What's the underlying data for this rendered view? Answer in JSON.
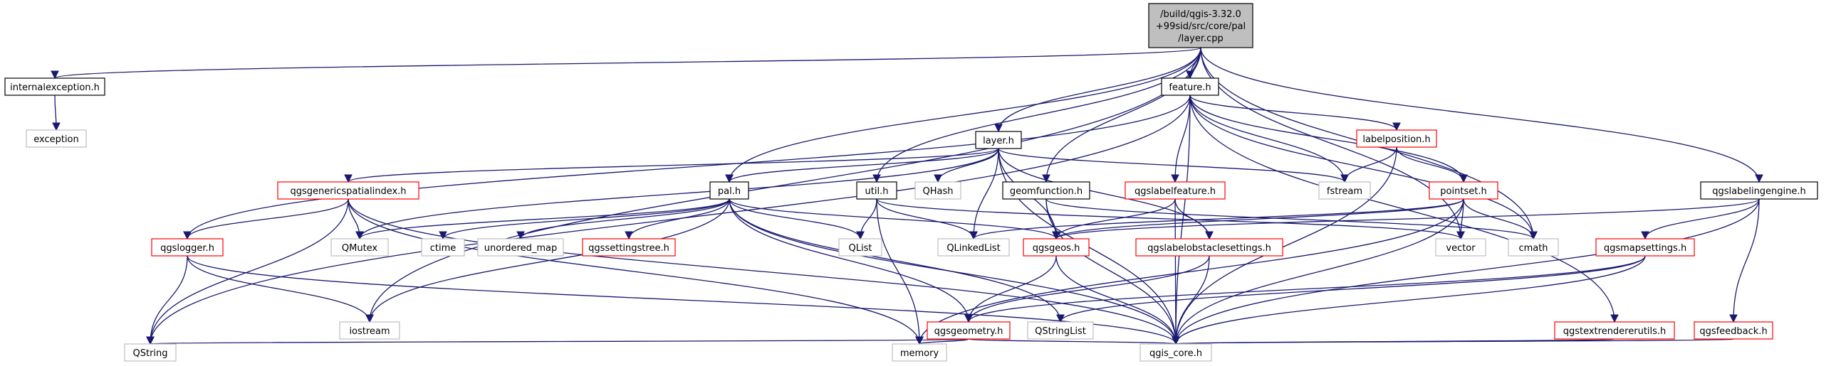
{
  "colors": {
    "edge": "#191970",
    "root_fill": "#bfbfbf",
    "normal_border": "#000000",
    "red_border": "#ff0000",
    "gray_border": "#bfbfbf"
  },
  "nodes": [
    {
      "id": "root",
      "lines": [
        "/build/qgis-3.32.0",
        "+99sid/src/core/pal",
        "/layer.cpp"
      ],
      "style": "root"
    },
    {
      "id": "internalexception",
      "lines": [
        "internalexception.h"
      ],
      "style": "normal"
    },
    {
      "id": "exception",
      "lines": [
        "exception"
      ],
      "style": "gray"
    },
    {
      "id": "feature",
      "lines": [
        "feature.h"
      ],
      "style": "normal"
    },
    {
      "id": "qgslabelingengine",
      "lines": [
        "qgslabelingengine.h"
      ],
      "style": "normal"
    },
    {
      "id": "layer",
      "lines": [
        "layer.h"
      ],
      "style": "normal"
    },
    {
      "id": "labelposition",
      "lines": [
        "labelposition.h"
      ],
      "style": "red"
    },
    {
      "id": "qgsgenericspatialindex",
      "lines": [
        "qgsgenericspatialindex.h"
      ],
      "style": "red"
    },
    {
      "id": "pal",
      "lines": [
        "pal.h"
      ],
      "style": "normal"
    },
    {
      "id": "util",
      "lines": [
        "util.h"
      ],
      "style": "normal"
    },
    {
      "id": "qhash",
      "lines": [
        "QHash"
      ],
      "style": "gray"
    },
    {
      "id": "qgslabelfeature",
      "lines": [
        "qgslabelfeature.h"
      ],
      "style": "red"
    },
    {
      "id": "geomfunction",
      "lines": [
        "geomfunction.h"
      ],
      "style": "normal"
    },
    {
      "id": "fstream",
      "lines": [
        "fstream"
      ],
      "style": "gray"
    },
    {
      "id": "pointset",
      "lines": [
        "pointset.h"
      ],
      "style": "red"
    },
    {
      "id": "qgslogger",
      "lines": [
        "qgslogger.h"
      ],
      "style": "red"
    },
    {
      "id": "qmutex",
      "lines": [
        "QMutex"
      ],
      "style": "gray"
    },
    {
      "id": "ctime",
      "lines": [
        "ctime"
      ],
      "style": "gray"
    },
    {
      "id": "unordered_map",
      "lines": [
        "unordered_map"
      ],
      "style": "gray"
    },
    {
      "id": "qgssettingstree",
      "lines": [
        "qgssettingstree.h"
      ],
      "style": "red"
    },
    {
      "id": "qlist",
      "lines": [
        "QList"
      ],
      "style": "gray"
    },
    {
      "id": "qlinkedlist",
      "lines": [
        "QLinkedList"
      ],
      "style": "gray"
    },
    {
      "id": "qgsgeos",
      "lines": [
        "qgsgeos.h"
      ],
      "style": "red"
    },
    {
      "id": "qgslabelobstaclesettings",
      "lines": [
        "qgslabelobstaclesettings.h"
      ],
      "style": "red"
    },
    {
      "id": "vector",
      "lines": [
        "vector"
      ],
      "style": "gray"
    },
    {
      "id": "cmath",
      "lines": [
        "cmath"
      ],
      "style": "gray"
    },
    {
      "id": "qgsmapsettings",
      "lines": [
        "qgsmapsettings.h"
      ],
      "style": "red"
    },
    {
      "id": "iostream",
      "lines": [
        "iostream"
      ],
      "style": "gray"
    },
    {
      "id": "qgsgeometry",
      "lines": [
        "qgsgeometry.h"
      ],
      "style": "red"
    },
    {
      "id": "qstringlist",
      "lines": [
        "QStringList"
      ],
      "style": "gray"
    },
    {
      "id": "qgstextrendererutils",
      "lines": [
        "qgstextrendererutils.h"
      ],
      "style": "red"
    },
    {
      "id": "qgsfeedback",
      "lines": [
        "qgsfeedback.h"
      ],
      "style": "red"
    },
    {
      "id": "qstring",
      "lines": [
        "QString"
      ],
      "style": "gray"
    },
    {
      "id": "memory",
      "lines": [
        "memory"
      ],
      "style": "gray"
    },
    {
      "id": "qgis_core",
      "lines": [
        "qgis_core.h"
      ],
      "style": "gray"
    }
  ],
  "edges": [
    [
      "root",
      "internalexception"
    ],
    [
      "root",
      "feature"
    ],
    [
      "root",
      "qgslabelingengine"
    ],
    [
      "root",
      "layer"
    ],
    [
      "root",
      "pal"
    ],
    [
      "root",
      "util"
    ],
    [
      "root",
      "geomfunction"
    ],
    [
      "root",
      "iostream"
    ],
    [
      "root",
      "vector"
    ],
    [
      "root",
      "cmath"
    ],
    [
      "internalexception",
      "exception"
    ],
    [
      "feature",
      "labelposition"
    ],
    [
      "feature",
      "qgslabelfeature"
    ],
    [
      "feature",
      "pointset"
    ],
    [
      "feature",
      "fstream"
    ],
    [
      "feature",
      "cmath"
    ],
    [
      "feature",
      "qgslogger"
    ],
    [
      "feature",
      "qstring"
    ],
    [
      "feature",
      "qgstextrendererutils"
    ],
    [
      "feature",
      "qgis_core"
    ],
    [
      "layer",
      "qgsgenericspatialindex"
    ],
    [
      "layer",
      "pal"
    ],
    [
      "layer",
      "qhash"
    ],
    [
      "layer",
      "fstream"
    ],
    [
      "layer",
      "qlinkedlist"
    ],
    [
      "layer",
      "qgsgeos"
    ],
    [
      "layer",
      "qgslabelobstaclesettings"
    ],
    [
      "layer",
      "qgis_core"
    ],
    [
      "layer",
      "qmutex"
    ],
    [
      "labelposition",
      "fstream"
    ],
    [
      "labelposition",
      "pointset"
    ],
    [
      "labelposition",
      "qgis_core"
    ],
    [
      "pointset",
      "qgsgeos"
    ],
    [
      "pointset",
      "qlinkedlist"
    ],
    [
      "pointset",
      "vector"
    ],
    [
      "pointset",
      "cmath"
    ],
    [
      "pointset",
      "memory"
    ],
    [
      "pointset",
      "qgis_core"
    ],
    [
      "qgsgenericspatialindex",
      "qgslogger"
    ],
    [
      "qgsgenericspatialindex",
      "qmutex"
    ],
    [
      "qgsgenericspatialindex",
      "memory"
    ],
    [
      "qgsgenericspatialindex",
      "qgis_core"
    ],
    [
      "qgsgenericspatialindex",
      "qstring"
    ],
    [
      "pal",
      "qmutex"
    ],
    [
      "pal",
      "ctime"
    ],
    [
      "pal",
      "unordered_map"
    ],
    [
      "pal",
      "qgssettingstree"
    ],
    [
      "pal",
      "qlist"
    ],
    [
      "pal",
      "qgsgeos"
    ],
    [
      "pal",
      "iostream"
    ],
    [
      "pal",
      "qgsgeometry"
    ],
    [
      "pal",
      "qstringlist"
    ],
    [
      "pal",
      "qgis_core"
    ],
    [
      "util",
      "qlist"
    ],
    [
      "util",
      "qlinkedlist"
    ],
    [
      "util",
      "vector"
    ],
    [
      "util",
      "memory"
    ],
    [
      "qgslabelfeature",
      "qgsgeos"
    ],
    [
      "qgslabelfeature",
      "qgslabelobstaclesettings"
    ],
    [
      "qgslabelfeature",
      "qgis_core"
    ],
    [
      "geomfunction",
      "qgsgeos"
    ],
    [
      "geomfunction",
      "cmath"
    ],
    [
      "geomfunction",
      "qgis_core"
    ],
    [
      "qgslogger",
      "iostream"
    ],
    [
      "qgslogger",
      "qstring"
    ],
    [
      "qgslogger",
      "qgis_core"
    ],
    [
      "qgsgeos",
      "qgsgeometry"
    ],
    [
      "qgsgeos",
      "qgis_core"
    ],
    [
      "qgslabelobstaclesettings",
      "qgsgeometry"
    ],
    [
      "qgslabelobstaclesettings",
      "qgis_core"
    ],
    [
      "qgslabelingengine",
      "qgsmapsettings"
    ],
    [
      "qgslabelingengine",
      "qgsfeedback"
    ],
    [
      "qgslabelingengine",
      "qgis_core"
    ],
    [
      "qgslabelingengine",
      "qgsgeos"
    ],
    [
      "qgsmapsettings",
      "qgsgeometry"
    ],
    [
      "qgsmapsettings",
      "qstringlist"
    ],
    [
      "qgsmapsettings",
      "qgis_core"
    ],
    [
      "qgsgeometry",
      "qstring"
    ],
    [
      "qgsgeometry",
      "memory"
    ],
    [
      "qgsgeometry",
      "qgis_core"
    ],
    [
      "qgstextrendererutils",
      "qgis_core"
    ],
    [
      "qgsfeedback",
      "qgis_core"
    ]
  ]
}
